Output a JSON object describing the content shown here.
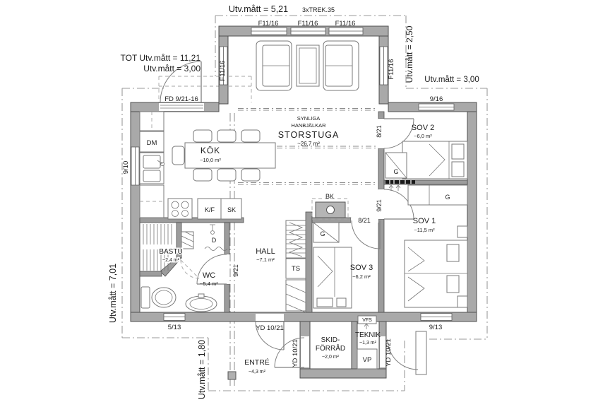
{
  "colors": {
    "wall_exterior": "#a9a9a9",
    "wall_interior": "#9c9c9c",
    "wall_edge": "#4f4f4f",
    "line": "#787878",
    "dashdot": "#9a9a9a",
    "text": "#1c1c1c",
    "background": "#ffffff"
  },
  "dimensions": {
    "top_width": "Utv.mått = 5,21",
    "truss": "3xTREK.35",
    "total_width": "TOT Utv.mått = 11,21",
    "stoop_width": "Utv.mått = 3,00",
    "right_wing_height": "Utv.mått = 2,50",
    "right_wing_width": "Utv.mått = 3,00",
    "left_height": "Utv.mått = 7,01",
    "porch_depth": "Utv.mått = 1,80"
  },
  "openings": {
    "window_f11_16": "F11/16",
    "entry_door": "FD 9/21-16",
    "window_9_16": "9/16",
    "window_9_10": "9/10",
    "door_8_21": "8/21",
    "door_9_21": "9/21",
    "window_5_13": "5/13",
    "window_9_13": "9/13",
    "door_yd_10_21": "YD 10/21"
  },
  "rooms": {
    "storstuga": {
      "note_line1": "SYNLIGA",
      "note_line2": "HANBJÄLKAR",
      "name": "STORSTUGA",
      "area": "~26,7 m²"
    },
    "kok": {
      "name": "KÖK",
      "area": "~10,0 m²"
    },
    "sov1": {
      "name": "SOV 1",
      "area": "~11,5 m²"
    },
    "sov2": {
      "name": "SOV 2",
      "area": "~6,0 m²"
    },
    "sov3": {
      "name": "SOV 3",
      "area": "~6,2 m²"
    },
    "bastu": {
      "name": "BASTU",
      "area": "~2,4 m²"
    },
    "wc": {
      "name": "WC",
      "area": "~5,4 m²"
    },
    "hall": {
      "name": "HALL",
      "area": "~7,1 m²"
    },
    "skidforrad": {
      "name_line1": "SKID-",
      "name_line2": "FÖRRÅD",
      "area": "~2,0 m²"
    },
    "teknik": {
      "name": "TEKNIK",
      "area": "~1,3 m²"
    },
    "entre": {
      "name": "ENTRÉ",
      "area": "~4,3 m²"
    }
  },
  "fixtures": {
    "dm": "DM",
    "kf": "K/F",
    "sk": "SK",
    "ts": "TS",
    "vp": "VP",
    "vfs": "VFS",
    "bk": "BK",
    "shower": "D",
    "wardrobe": "G"
  }
}
